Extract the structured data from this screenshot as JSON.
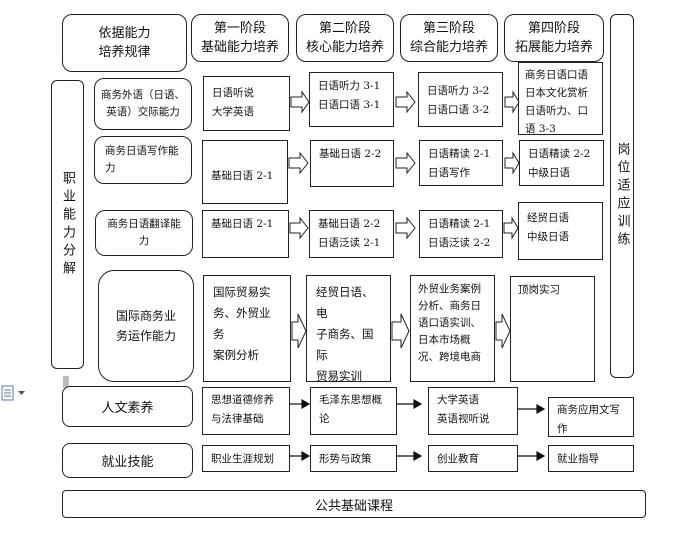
{
  "headers": {
    "basis": [
      "依据能力",
      "培养规律"
    ],
    "stage1": [
      "第一阶段",
      "基础能力培养"
    ],
    "stage2": [
      "第二阶段",
      "核心能力培养"
    ],
    "stage3": [
      "第三阶段",
      "综合能力培养"
    ],
    "stage4": [
      "第四阶段",
      "拓展能力培养"
    ]
  },
  "left_label": "职业能力分解",
  "right_label": "岗位适应训练",
  "abilities": [
    {
      "name": "商务外语（日语、\n英语）交际能力",
      "stages": [
        "日语听说\n大学英语",
        "日语听力 3-1\n日语口语 3-1",
        "日语听力 3-2\n日语口语 3-2",
        "商务日语口语\n日本文化赏析\n日语听力、口\n语 3-3"
      ]
    },
    {
      "name": "商务日语写作能\n力",
      "stages": [
        "\n基础日语 2-1",
        "基础日语 2-2",
        "日语精读 2-1\n日语写作",
        "日语精读 2-2\n中级日语"
      ]
    },
    {
      "name": "商务日语翻译能\n力",
      "stages": [
        "基础日语 2-1",
        "基础日语 2-2\n日语泛读 2-1",
        "日语精读 2-1\n日语泛读 2-2",
        "经贸日语\n中级日语"
      ]
    },
    {
      "name": "国际商务业\n务运作能力",
      "stages": [
        "国际贸易实\n务、外贸业务\n案例分析",
        "经贸日语、电\n子商务、国际\n贸易实训",
        "外贸业务案例\n分析、商务日\n语口语实训、\n日本市场概\n况、跨境电商",
        "顶岗实习"
      ]
    }
  ],
  "humanities": {
    "label": "人文素养",
    "items": [
      "思想道德修养\n与法律基础",
      "毛泽东思想概\n论",
      "大学英语\n英语视听说",
      "商务应用文写\n作"
    ]
  },
  "employment": {
    "label": "就业技能",
    "items": [
      "职业生涯规划",
      "形势与政策",
      "创业教育",
      "就业指导"
    ]
  },
  "public_courses": "公共基础课程"
}
